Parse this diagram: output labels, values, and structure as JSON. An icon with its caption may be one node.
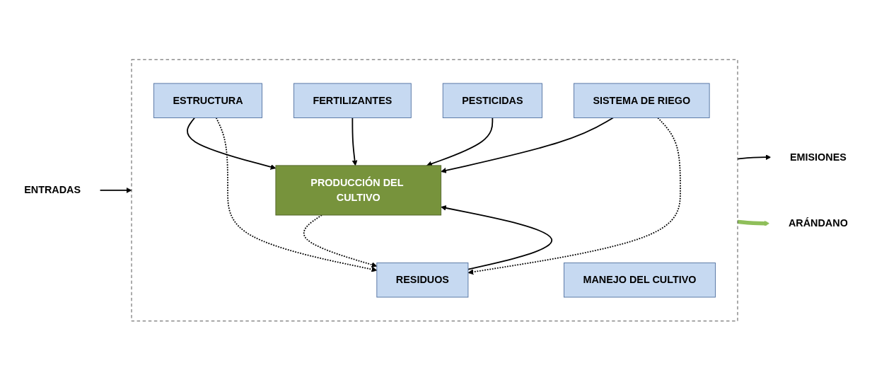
{
  "diagram": {
    "nodes": [
      {
        "text": [],
        "shape": "box"
      },
      {
        "text": [
          "ENTRADAS"
        ]
      },
      {
        "text": [
          "EMISIONES"
        ]
      },
      {
        "text": [
          "ESTRUCTURA"
        ],
        "in": 0
      },
      {
        "text": [
          "FERTILIZANTES"
        ],
        "in": 0
      },
      {
        "text": [
          "PESTICIDAS"
        ],
        "in": 0
      },
      {
        "text": [
          "SISTEMA DE RIEGO"
        ],
        "in": 0
      },
      {
        "text": [
          "PRODUCCIÓN DEL CULTIVO"
        ],
        "in": 0
      },
      {
        "text": [
          "MANEJO DEL CULTIVO"
        ],
        "in": 0
      },
      {
        "text": [
          "RESIDUOS"
        ],
        "in": 0
      },
      {
        "text": [
          "ARÁNDANO"
        ]
      }
    ],
    "edges": [
      {
        "from": 1,
        "to": 0,
        "arrow": "to"
      },
      {
        "from": 0,
        "to": 2,
        "arrow": "to"
      },
      {
        "from": 3,
        "to": 7,
        "arrow": "to"
      },
      {
        "from": 3,
        "to": 9,
        "arrow": "to",
        "style": "dashed"
      },
      {
        "from": 4,
        "to": 7,
        "arrow": "to"
      },
      {
        "from": 5,
        "to": 7,
        "arrow": "to"
      },
      {
        "from": 6,
        "to": 7,
        "arrow": "to"
      },
      {
        "from": 6,
        "to": 9,
        "arrow": "to",
        "style": "dashed"
      },
      {
        "from": 9,
        "to": 7,
        "arrow": "to"
      },
      {
        "from": 7,
        "to": 9,
        "arrow": "to",
        "style": "dashed"
      },
      {
        "from": 0,
        "to": 10,
        "arrow": "to",
        "style": "thick",
        "color": "#8fbf5a"
      }
    ]
  }
}
